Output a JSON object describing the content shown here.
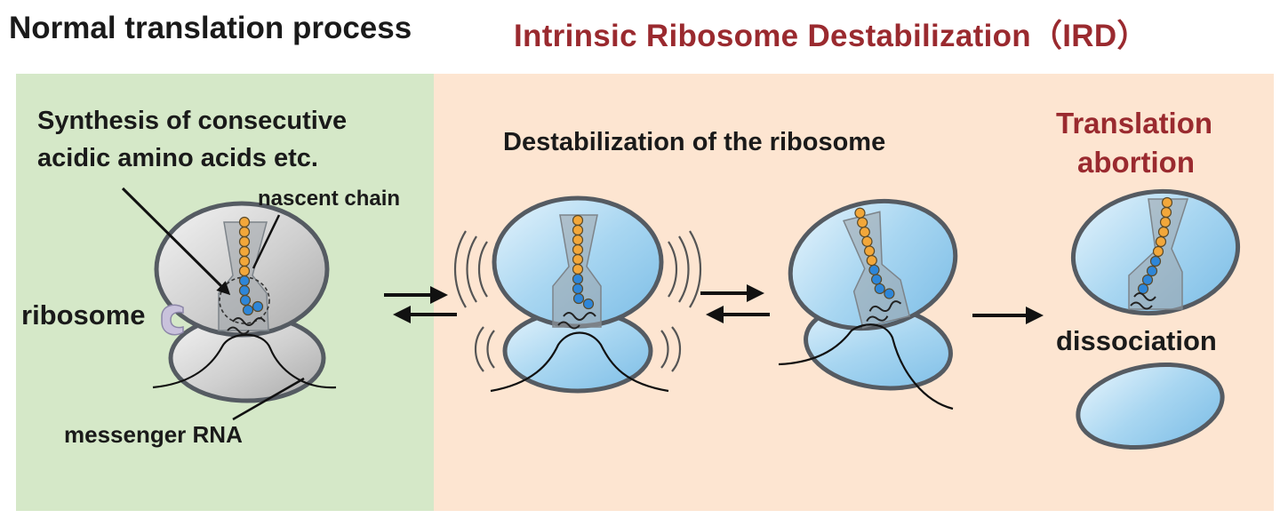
{
  "headings": {
    "normal": "Normal translation process",
    "ird": "Intrinsic Ribosome Destabilization（IRD）"
  },
  "labels": {
    "synthesis_line1": "Synthesis of consecutive",
    "synthesis_line2": "acidic amino acids etc.",
    "nascent_chain": "nascent chain",
    "ribosome": "ribosome",
    "messenger_rna": "messenger RNA",
    "destabilization": "Destabilization of the ribosome",
    "translation_line1": "Translation",
    "translation_line2": "abortion",
    "dissociation": "dissociation"
  },
  "colors": {
    "normal_bg": "#d5e8c8",
    "ird_bg": "#fde5d1",
    "ird_red": "#9a2a2f",
    "ribosome_gray": "#c8c8c8",
    "ribosome_blue": "#a9d6f0",
    "outline": "#555b62",
    "acidic_blue": "#2e86d8",
    "chain_orange": "#f2a73a",
    "grip_purple": "#c9c2dc"
  }
}
